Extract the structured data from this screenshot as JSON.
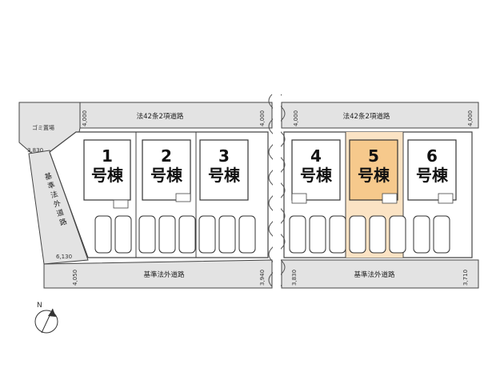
{
  "roads": {
    "top_label": "法42条2項道路",
    "bottom_label": "基準法外道路",
    "left_label_chars": [
      "基",
      "準",
      "法",
      "外",
      "道",
      "路"
    ]
  },
  "garbage_label": "ゴミ置場",
  "dimensions": {
    "top_left": "4,000",
    "top_mid_left": "4,000",
    "top_mid_right": "4,000",
    "top_right": "4,000",
    "left_corner": "3,830",
    "left_bottom": "6,130",
    "bottom_left": "4,050",
    "bottom_mid_left": "3,940",
    "bottom_mid_right": "3,830",
    "bottom_right": "3,710"
  },
  "buildings": [
    {
      "number": "1",
      "label": "号棟",
      "highlight": false
    },
    {
      "number": "2",
      "label": "号棟",
      "highlight": false
    },
    {
      "number": "3",
      "label": "号棟",
      "highlight": false
    },
    {
      "number": "4",
      "label": "号棟",
      "highlight": false
    },
    {
      "number": "5",
      "label": "号棟",
      "highlight": true
    },
    {
      "number": "6",
      "label": "号棟",
      "highlight": false
    }
  ],
  "north_label": "N",
  "colors": {
    "road": "#e3e3e3",
    "line": "#444444",
    "highlight_lot": "#fbe3c4",
    "highlight_building": "#f6c98c"
  }
}
